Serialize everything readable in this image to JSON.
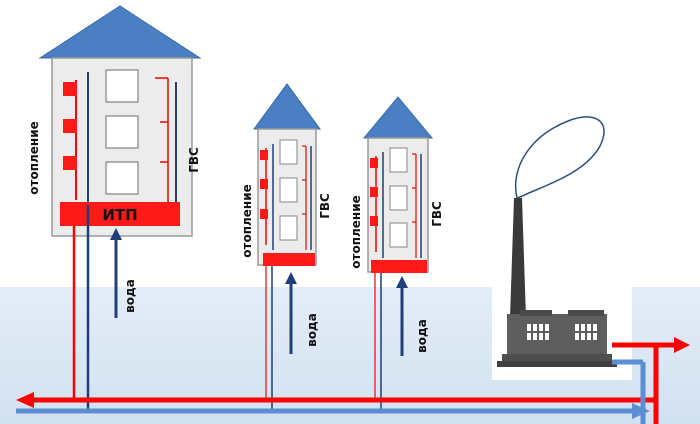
{
  "labels": {
    "heating": "отопление",
    "hot_water": "ГВС",
    "itp": "ИТП",
    "water": "вода"
  },
  "colors": {
    "supply_red": "#ff0000",
    "return_blue": "#1f3f7a",
    "pipe_blue": "#5b8fd1",
    "roof": "#4a7fc4",
    "ground": "#dde8f3",
    "wall": "#e9e9e9",
    "chimney": "#3a3a3a",
    "factory": "#5e5e5e"
  }
}
